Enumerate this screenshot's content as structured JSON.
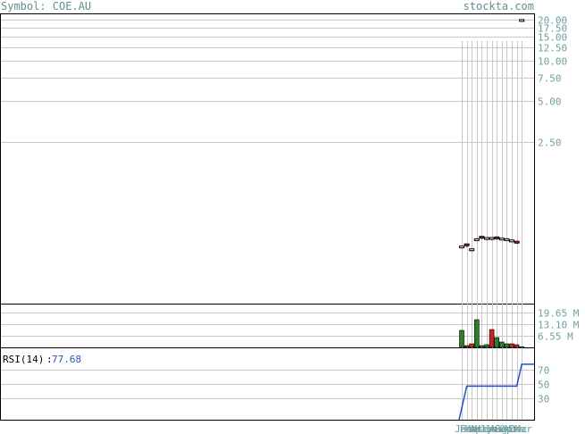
{
  "header": {
    "symbol_label": "Symbol: COE.AU",
    "site": "stockta.com"
  },
  "colors": {
    "up": "#ffffff",
    "down": "#cc2222",
    "volume_up": "#2a7f2a",
    "volume_down": "#cc2222",
    "rsi_line": "#1f4fcf",
    "grid": "#c8c8c8",
    "axis_text": "#6f9f9f"
  },
  "chart_data": [
    {
      "type": "candlestick",
      "scale": "log",
      "ylim": [
        0.16,
        22
      ],
      "y_ticks": [
        "20.00",
        "17.50",
        "15.00",
        "12.50",
        "10.00",
        "7.50",
        "5.00",
        "2.50"
      ],
      "x_ticks": [
        "Jan",
        "Feb",
        "Mar",
        "Apr",
        "May",
        "Jun",
        "Jul",
        "Aug",
        "Sep",
        "Oct",
        "Nov",
        "Dec",
        "Mar"
      ],
      "bars": [
        {
          "o": 0.42,
          "h": 0.43,
          "l": 0.41,
          "c": 0.42,
          "dir": "up"
        },
        {
          "o": 0.43,
          "h": 0.44,
          "l": 0.42,
          "c": 0.435,
          "dir": "down"
        },
        {
          "o": 0.39,
          "h": 0.41,
          "l": 0.39,
          "c": 0.4,
          "dir": "up"
        },
        {
          "o": 0.47,
          "h": 0.48,
          "l": 0.47,
          "c": 0.475,
          "dir": "up"
        },
        {
          "o": 0.49,
          "h": 0.5,
          "l": 0.48,
          "c": 0.495,
          "dir": "down"
        },
        {
          "o": 0.48,
          "h": 0.49,
          "l": 0.47,
          "c": 0.485,
          "dir": "up"
        },
        {
          "o": 0.48,
          "h": 0.49,
          "l": 0.47,
          "c": 0.485,
          "dir": "up"
        },
        {
          "o": 0.48,
          "h": 0.5,
          "l": 0.475,
          "c": 0.49,
          "dir": "down"
        },
        {
          "o": 0.48,
          "h": 0.49,
          "l": 0.47,
          "c": 0.48,
          "dir": "up"
        },
        {
          "o": 0.47,
          "h": 0.48,
          "l": 0.465,
          "c": 0.475,
          "dir": "up"
        },
        {
          "o": 0.46,
          "h": 0.47,
          "l": 0.455,
          "c": 0.465,
          "dir": "up"
        },
        {
          "o": 0.455,
          "h": 0.46,
          "l": 0.445,
          "c": 0.45,
          "dir": "down"
        },
        {
          "o": 19.8,
          "h": 20.0,
          "l": 19.5,
          "c": 19.8,
          "dir": "up"
        }
      ]
    },
    {
      "type": "bar",
      "name": "volume",
      "y_ticks": [
        "19.65 M",
        "13.10 M",
        "6.55 M"
      ],
      "ylim": [
        0,
        24
      ],
      "values": [
        9.5,
        1.0,
        2.0,
        15.5,
        1.0,
        1.5,
        10.0,
        5.5,
        3.0,
        2.0,
        2.0,
        1.5,
        0.3
      ],
      "dirs": [
        "up",
        "down",
        "down",
        "up",
        "up",
        "up",
        "down",
        "up",
        "up",
        "up",
        "down",
        "down",
        "up"
      ]
    },
    {
      "type": "line",
      "name": "RSI(14)",
      "label": "RSI(14)",
      "current_value": "77.68",
      "y_ticks": [
        "70",
        "50",
        "30"
      ],
      "ylim": [
        0,
        100
      ],
      "values": [
        0,
        47,
        47,
        47,
        47,
        47,
        47,
        47,
        47,
        47,
        47,
        47,
        77.68,
        77.68
      ]
    }
  ]
}
